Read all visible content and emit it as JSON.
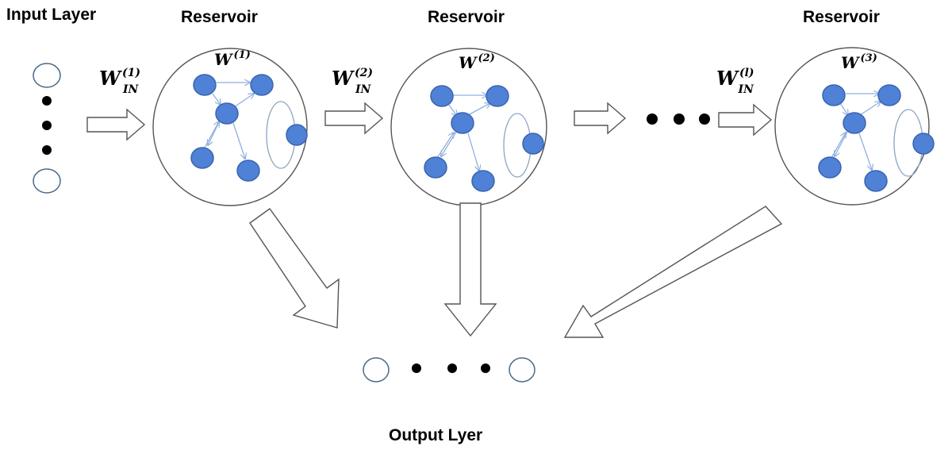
{
  "input_layer": {
    "title": "Input Layer"
  },
  "reservoirs": [
    {
      "title": "Reservoir",
      "weight": "W",
      "weight_sup": "(1)",
      "input_weight": "W",
      "input_sup": "(1)",
      "input_sub": "IN"
    },
    {
      "title": "Reservoir",
      "weight": "W",
      "weight_sup": "(2)",
      "input_weight": "W",
      "input_sup": "(2)",
      "input_sub": "IN"
    },
    {
      "title": "Reservoir",
      "weight": "W",
      "weight_sup": "(3)",
      "input_weight": "W",
      "input_sup": "(l)",
      "input_sub": "IN"
    }
  ],
  "output_layer": {
    "title": "Output Lyer"
  },
  "colors": {
    "node": "#4f81d6",
    "edge": "#8fb0e0",
    "outline": "#555555"
  }
}
